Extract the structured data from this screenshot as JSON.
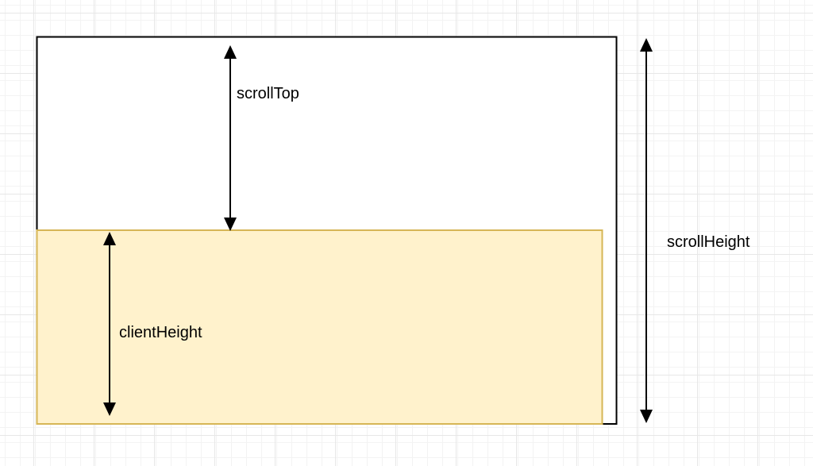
{
  "canvas": {
    "background": "#ffffff",
    "grid_minor_color": "#f3f3f3",
    "grid_major_color": "#e7e7e7"
  },
  "diagram": {
    "content_box": {
      "fill": "#ffffff",
      "stroke": "#000000"
    },
    "viewport_box": {
      "fill": "#fff2cc",
      "stroke": "#d6b656"
    },
    "arrow_color": "#000000",
    "labels": {
      "scroll_top": "scrollTop",
      "client_height": "clientHeight",
      "scroll_height": "scrollHeight"
    }
  }
}
